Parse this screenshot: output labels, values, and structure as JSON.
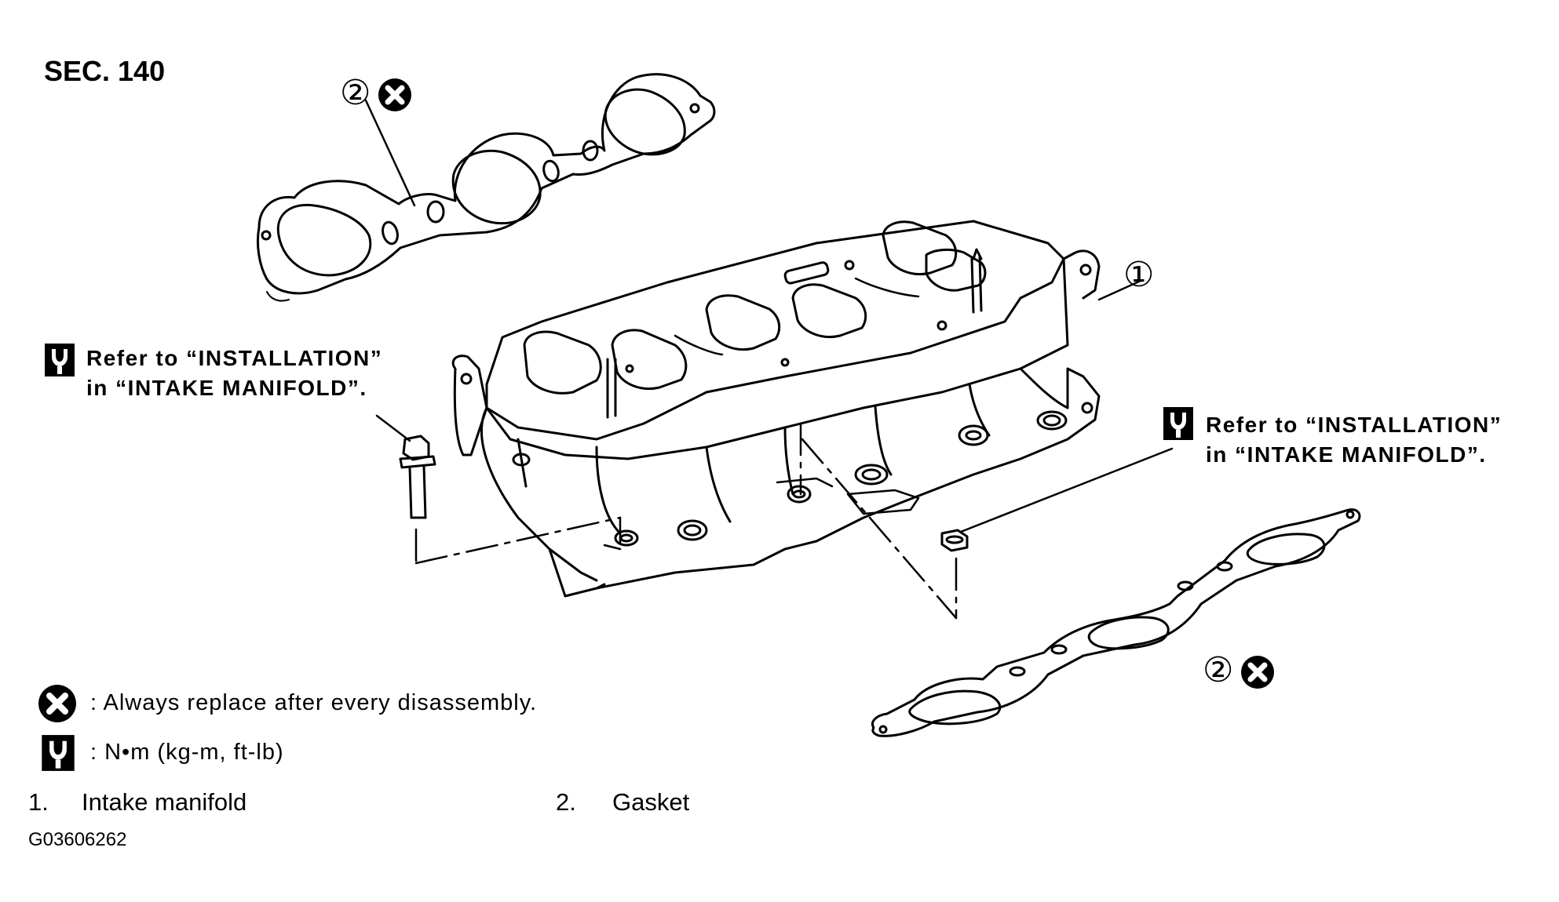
{
  "section_label": "SEC. 140",
  "callouts": {
    "manifold_number": "①",
    "gasket_number": "②"
  },
  "torque_notes": {
    "left": {
      "line1": "Refer to “INSTALLATION”",
      "line2": "in “INTAKE MANIFOLD”."
    },
    "right": {
      "line1": "Refer to “INSTALLATION”",
      "line2": "in “INTAKE MANIFOLD”."
    }
  },
  "legend": {
    "replace_text": ": Always replace after every disassembly.",
    "torque_text": ": N•m (kg-m, ft-lb)"
  },
  "parts": [
    {
      "number": "1.",
      "name": "Intake manifold"
    },
    {
      "number": "2.",
      "name": "Gasket"
    }
  ],
  "figure_id": "G03606262",
  "icons": [
    "replace-x-icon",
    "torque-wrench-icon"
  ]
}
